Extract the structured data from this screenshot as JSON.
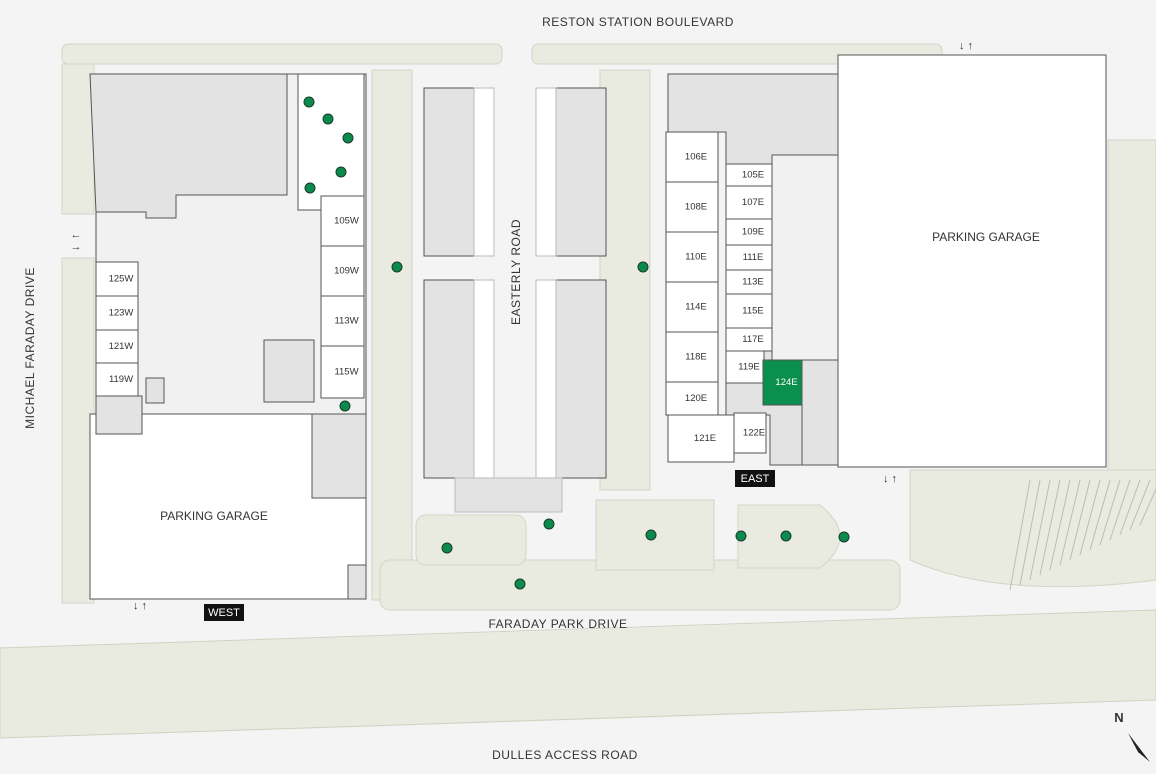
{
  "roads": {
    "north": "RESTON STATION BOULEVARD",
    "west": "MICHAEL FARADAY DRIVE",
    "middle": "EASTERLY ROAD",
    "south": "FARADAY PARK DRIVE",
    "highway": "DULLES ACCESS ROAD"
  },
  "garages": {
    "west": "PARKING GARAGE",
    "east": "PARKING GARAGE"
  },
  "entrances": {
    "west": "WEST",
    "east": "EAST"
  },
  "compass": "N",
  "arrows": {
    "up_down": "↓ ↑",
    "left_right_top": "←",
    "left_right_bottom": "→"
  },
  "units_west": [
    "105W",
    "109W",
    "113W",
    "115W",
    "125W",
    "123W",
    "121W",
    "119W"
  ],
  "units_east": [
    "106E",
    "108E",
    "110E",
    "114E",
    "118E",
    "120E",
    "105E",
    "107E",
    "109E",
    "111E",
    "113E",
    "115E",
    "117E",
    "119E",
    "121E",
    "122E",
    "124E"
  ],
  "highlighted_unit": "124E",
  "colors": {
    "highlight": "#0b8f4f",
    "amenity_dot": "#0a8a4c",
    "building": "#e3e3e3",
    "green_space": "#e9ebe0"
  }
}
